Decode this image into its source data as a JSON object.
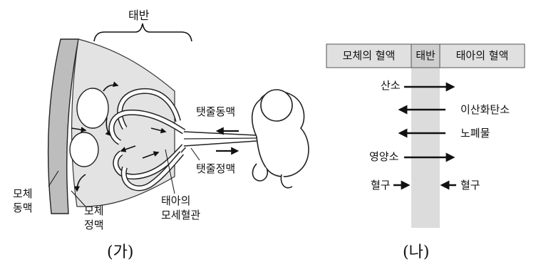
{
  "left_panel": {
    "caption": "(가)",
    "labels": {
      "placenta": "태반",
      "umbilical_artery": "탯줄동맥",
      "umbilical_vein": "탯줄정맥",
      "maternal_artery": "모체\n동맥",
      "maternal_vein": "모체\n정맥",
      "fetal_capillary": "태아의\n모세혈관"
    }
  },
  "right_panel": {
    "caption": "(나)",
    "header": {
      "mother_blood": "모체의 혈액",
      "placenta": "태반",
      "fetus_blood": "태아의 혈액"
    },
    "rows": [
      {
        "label": "산소",
        "direction": "to-fetus"
      },
      {
        "label": "이산화탄소",
        "direction": "to-mother"
      },
      {
        "label": "노폐물",
        "direction": "to-mother"
      },
      {
        "label": "영양소",
        "direction": "to-fetus"
      },
      {
        "label_left": "혈구",
        "label_right": "혈구",
        "direction": "blocked"
      }
    ]
  }
}
